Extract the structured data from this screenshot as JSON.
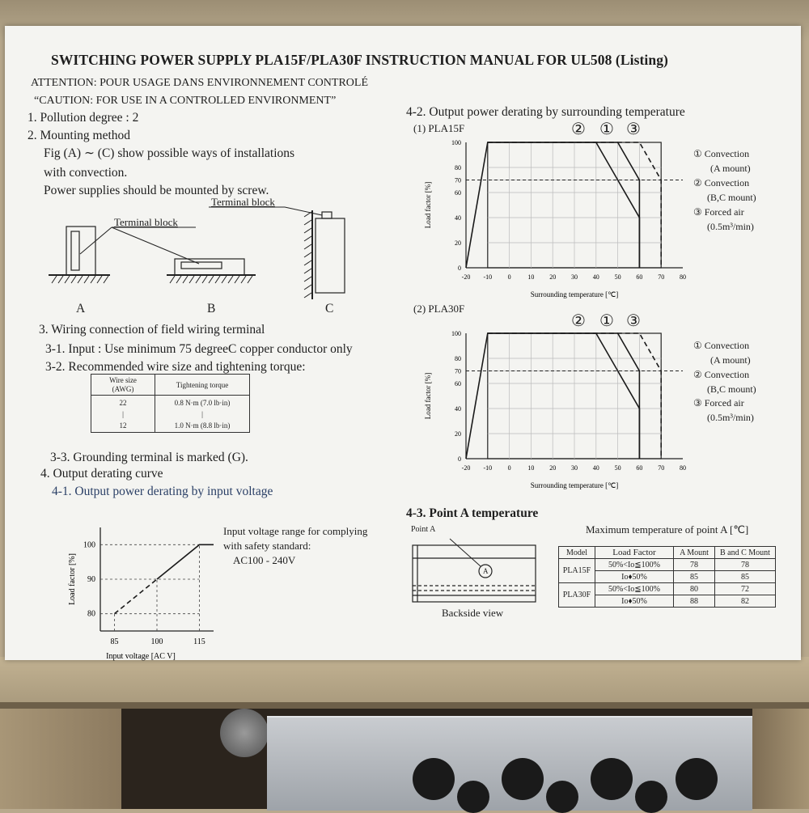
{
  "title": "SWITCHING POWER SUPPLY PLA15F/PLA30F INSTRUCTION MANUAL FOR UL508 (Listing)",
  "attention_fr": "ATTENTION: POUR USAGE DANS ENVIRONNEMENT CONTROLÉ",
  "caution_en": "“CAUTION: FOR USE IN A CONTROLLED ENVIRONMENT”",
  "s1": "1. Pollution degree : 2",
  "s2": {
    "heading": "2. Mounting method",
    "line1": "Fig (A) ∼ (C) show possible ways of installations",
    "line2": "with convection.",
    "line3": "Power supplies should be mounted by screw.",
    "terminal_label": "Terminal block",
    "fig_a": "A",
    "fig_b": "B",
    "fig_c": "C"
  },
  "s3": {
    "heading": "3. Wiring connection of field wiring terminal",
    "input": "3-1. Input : Use minimum 75 degreeC copper conductor only",
    "torque_heading": "3-2. Recommended wire size and tightening torque:",
    "table": {
      "h1a": "Wire size",
      "h1b": "(AWG)",
      "h2": "Tightening torque",
      "r1a": "22",
      "r1b": "0.8 N·m (7.0 lb·in)",
      "r2a": "12",
      "r2b": "1.0 N·m (8.8 lb·in)"
    },
    "ground": "3-3. Grounding terminal is marked (G)."
  },
  "s4": {
    "heading": "4. Output derating curve",
    "sub1": "4-1. Output power derating by input voltage",
    "vin_note1": "Input voltage range for complying",
    "vin_note2": "with safety standard:",
    "vin_note3": "AC100 - 240V",
    "sub2": "4-2. Output power derating by surrounding temperature",
    "pla15f": "(1) PLA15F",
    "pla30f": "(2) PLA30F",
    "circles": [
      "②",
      "①",
      "③"
    ],
    "legend": {
      "c1": "① Convection",
      "c1b": "(A mount)",
      "c2": "② Convection",
      "c2b": "(B,C mount)",
      "c3": "③ Forced air",
      "c3b": "(0.5m³/min)"
    },
    "sub3": "4-3. Point A  temperature",
    "point_a_label": "Point A",
    "point_a_mark": "A",
    "backside": "Backside view",
    "max_temp_caption": "Maximum temperature of point A [℃]",
    "pa_table": {
      "h": [
        "Model",
        "Load Factor",
        "A Mount",
        "B and C Mount"
      ],
      "rows": [
        {
          "model": "PLA15F",
          "load": "50%<Io≦100%",
          "a": "78",
          "bc": "78"
        },
        {
          "model": "",
          "load": "Io♦50%",
          "a": "85",
          "bc": "85"
        },
        {
          "model": "PLA30F",
          "load": "50%<Io≦100%",
          "a": "80",
          "bc": "72"
        },
        {
          "model": "",
          "load": "Io♦50%",
          "a": "88",
          "bc": "82"
        }
      ]
    }
  },
  "chart_data": [
    {
      "type": "line",
      "title": "(1) PLA15F",
      "xlabel": "Surrounding temperature [℃]",
      "ylabel": "Load factor [%]",
      "xticks": [
        -20,
        -10,
        0,
        10,
        20,
        30,
        40,
        50,
        60,
        70,
        80
      ],
      "yticks": [
        0,
        20,
        40,
        60,
        70,
        80,
        100
      ],
      "xlim": [
        -20,
        80
      ],
      "ylim": [
        0,
        100
      ],
      "series": [
        {
          "name": "②",
          "style": "solid",
          "x": [
            -20,
            -10,
            40,
            60,
            60
          ],
          "y": [
            0,
            100,
            100,
            40,
            0
          ]
        },
        {
          "name": "①",
          "style": "solid",
          "x": [
            -10,
            50,
            60,
            60
          ],
          "y": [
            100,
            100,
            70,
            0
          ]
        },
        {
          "name": "③",
          "style": "dashed",
          "x": [
            -10,
            60,
            70,
            70
          ],
          "y": [
            100,
            100,
            70,
            0
          ]
        }
      ],
      "reference_line": {
        "y": 70,
        "style": "dashed"
      }
    },
    {
      "type": "line",
      "title": "(2) PLA30F",
      "xlabel": "Surrounding temperature [℃]",
      "ylabel": "Load factor [%]",
      "xticks": [
        -20,
        -10,
        0,
        10,
        20,
        30,
        40,
        50,
        60,
        70,
        80
      ],
      "yticks": [
        0,
        20,
        40,
        60,
        70,
        80,
        100
      ],
      "xlim": [
        -20,
        80
      ],
      "ylim": [
        0,
        100
      ],
      "series": [
        {
          "name": "②",
          "style": "solid",
          "x": [
            -20,
            -10,
            40,
            60,
            60
          ],
          "y": [
            0,
            100,
            100,
            40,
            0
          ]
        },
        {
          "name": "①",
          "style": "solid",
          "x": [
            -10,
            50,
            60,
            60
          ],
          "y": [
            100,
            100,
            70,
            0
          ]
        },
        {
          "name": "③",
          "style": "dashed",
          "x": [
            -10,
            60,
            70,
            70
          ],
          "y": [
            100,
            100,
            70,
            0
          ]
        }
      ],
      "reference_line": {
        "y": 70,
        "style": "dashed"
      }
    },
    {
      "type": "line",
      "title": "",
      "xlabel": "Input voltage [AC V]",
      "ylabel": "Load factor [%]",
      "xticks": [
        85,
        100,
        115
      ],
      "yticks": [
        80,
        90,
        100
      ],
      "xlim": [
        80,
        120
      ],
      "ylim": [
        75,
        105
      ],
      "series": [
        {
          "name": "",
          "style": "solid",
          "x": [
            100,
            115,
            120
          ],
          "y": [
            90,
            100,
            100
          ]
        },
        {
          "name": "",
          "style": "dashed",
          "x": [
            85,
            100
          ],
          "y": [
            80,
            90
          ]
        }
      ]
    }
  ]
}
